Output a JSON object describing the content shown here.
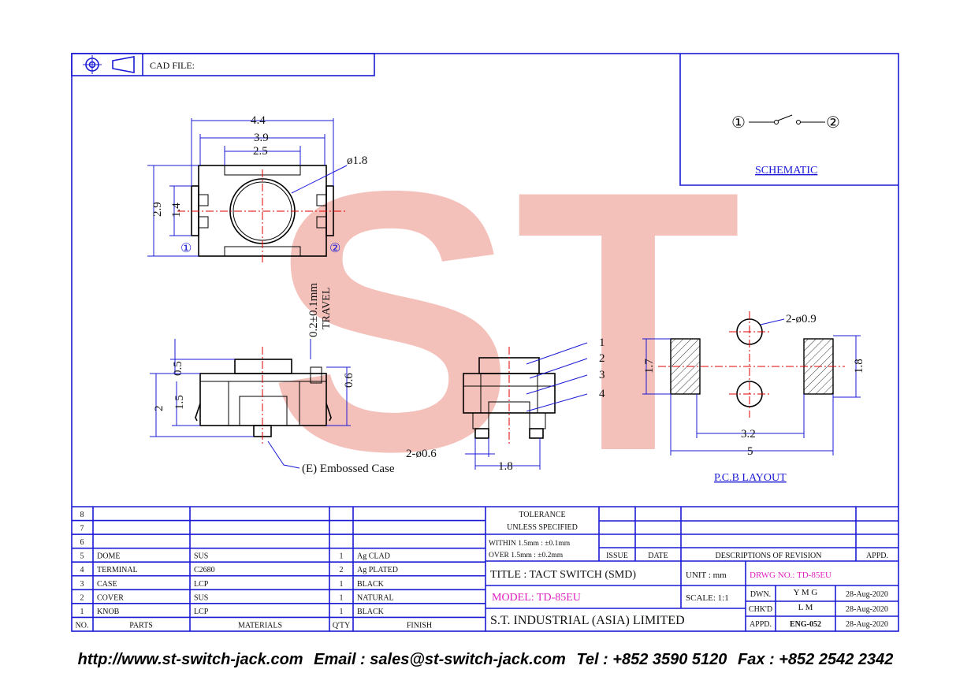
{
  "header": {
    "cad_label": "CAD FILE:"
  },
  "schematic": {
    "pin1": "①",
    "pin2": "②",
    "label": "SCHEMATIC"
  },
  "top_view": {
    "dim_total_w": "4.4",
    "dim_inner_w": "3.9",
    "dim_pad_w": "2.5",
    "dim_dia": "ø1.8",
    "dim_h": "2.9",
    "dim_inner_h": "1.4",
    "pin1": "①",
    "pin2": "②"
  },
  "side_view": {
    "travel_line1": "0.2±0.1mm",
    "travel_line2": "TRAVEL",
    "dim_05": "0.5",
    "dim_15": "1.5",
    "dim_2": "2",
    "dim_06": "0.6",
    "embossed": "(E) Embossed Case",
    "dim_pins": "2-ø0.6",
    "dim_pin_pitch": "1.8"
  },
  "callouts": [
    "1",
    "2",
    "3",
    "4"
  ],
  "pcb": {
    "dim_holes": "2-ø0.9",
    "dim_17": "1.7",
    "dim_18": "1.8",
    "dim_32": "3.2",
    "dim_5": "5",
    "label": "P.C.B LAYOUT"
  },
  "watermark": "ST",
  "bom": {
    "rows": [
      {
        "no": "8",
        "part": "",
        "material": "",
        "qty": "",
        "finish": ""
      },
      {
        "no": "7",
        "part": "",
        "material": "",
        "qty": "",
        "finish": ""
      },
      {
        "no": "6",
        "part": "",
        "material": "",
        "qty": "",
        "finish": ""
      },
      {
        "no": "5",
        "part": "DOME",
        "material": "SUS",
        "qty": "1",
        "finish": "Ag CLAD"
      },
      {
        "no": "4",
        "part": "TERMINAL",
        "material": "C2680",
        "qty": "2",
        "finish": "Ag PLATED"
      },
      {
        "no": "3",
        "part": "CASE",
        "material": "LCP",
        "qty": "1",
        "finish": "BLACK"
      },
      {
        "no": "2",
        "part": "COVER",
        "material": "SUS",
        "qty": "1",
        "finish": "NATURAL"
      },
      {
        "no": "1",
        "part": "KNOB",
        "material": "LCP",
        "qty": "1",
        "finish": "BLACK"
      }
    ],
    "header": {
      "no": "NO.",
      "part": "PARTS",
      "material": "MATERIALS",
      "qty": "Q'TY",
      "finish": "FINISH"
    }
  },
  "tolerance": {
    "title": "TOLERANCE",
    "sub": "UNLESS  SPECIFIED",
    "within": "WITHIN  1.5mm : ±0.1mm",
    "over": "OVER    1.5mm : ±0.2mm"
  },
  "revision": {
    "issue": "ISSUE",
    "date": "DATE",
    "desc": "DESCRIPTIONS  OF  REVISION",
    "appd": "APPD."
  },
  "title_block": {
    "title": "TITLE : TACT SWITCH (SMD)",
    "unit": "UNIT :   mm",
    "drwg": "DRWG NO.: TD-85EU",
    "model": "MODEL: TD-85EU",
    "scale": "SCALE:  1:1",
    "company": "S.T.  INDUSTRIAL  (ASIA)  LIMITED",
    "dwn_label": "DWN.",
    "dwn_name": "Y M G",
    "dwn_date": "28-Aug-2020",
    "chk_label": "CHK'D",
    "chk_name": "L M",
    "chk_date": "28-Aug-2020",
    "appd_label": "APPD.",
    "appd_name": "ENG-052",
    "appd_date": "28-Aug-2020"
  },
  "footer": {
    "url": "http://www.st-switch-jack.com",
    "email": "Email : sales@st-switch-jack.com",
    "tel": "Tel : +852 3590 5120",
    "fax": "Fax : +852 2542 2342"
  },
  "colors": {
    "frame": "#1a1ad6",
    "center_line": "#e00000",
    "magenta": "#e020c0",
    "watermark": "#f0a8a0"
  }
}
